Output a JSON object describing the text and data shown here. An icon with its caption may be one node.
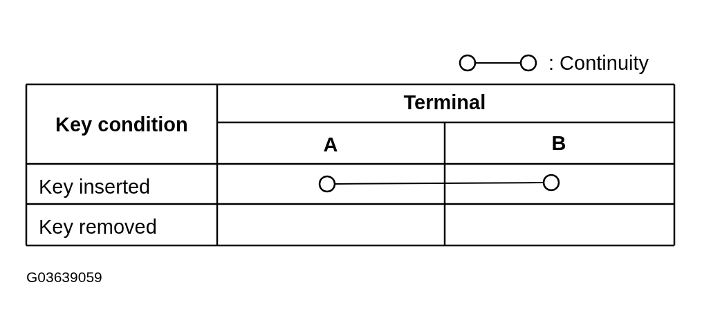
{
  "diagram": {
    "nodes": [
      {
        "text": [],
        "shape": "circle"
      },
      {
        "text": [],
        "shape": "circle"
      }
    ],
    "edges": [
      {
        "from": 0,
        "to": 1,
        "arrow": "none"
      }
    ],
    "labels": [
      "Key condition",
      "Terminal",
      "A",
      "B",
      "Key inserted",
      "Key removed",
      "G03639059"
    ],
    "legend": [
      {
        "text": ": Continuity"
      }
    ]
  }
}
